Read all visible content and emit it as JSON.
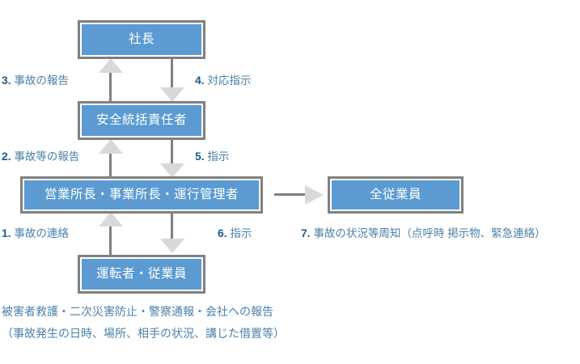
{
  "diagram": {
    "type": "flowchart",
    "title_text": "",
    "colors": {
      "node_fill": "#5b9bd1",
      "node_border": "#808080",
      "node_inner_gap": "#ffffff",
      "node_text": "#ffffff",
      "arrow_head": "#d9d9d9",
      "arrow_stem": "#808080",
      "step_number": "#1f5c8b",
      "step_text": "#4a81a8",
      "note_text": "#4a81a8",
      "background": "#ffffff"
    },
    "nodes": [
      {
        "id": "president",
        "label": "社長"
      },
      {
        "id": "safety",
        "label": "安全統括責任者"
      },
      {
        "id": "managers",
        "label": "営業所長・事業所長・運行管理者"
      },
      {
        "id": "drivers",
        "label": "運転者・従業員"
      },
      {
        "id": "allstaff",
        "label": "全従業員"
      }
    ],
    "steps": [
      {
        "num": "1",
        "dot": ".",
        "text": "事故の連絡",
        "from": "drivers",
        "to": "managers",
        "direction": "up"
      },
      {
        "num": "2",
        "dot": ".",
        "text": "事故等の報告",
        "from": "managers",
        "to": "safety",
        "direction": "up"
      },
      {
        "num": "3",
        "dot": ".",
        "text": "事故の報告",
        "from": "safety",
        "to": "president",
        "direction": "up"
      },
      {
        "num": "4",
        "dot": ".",
        "text": "対応指示",
        "from": "president",
        "to": "safety",
        "direction": "down"
      },
      {
        "num": "5",
        "dot": ".",
        "text": "指示",
        "from": "safety",
        "to": "managers",
        "direction": "down"
      },
      {
        "num": "6",
        "dot": ".",
        "text": "指示",
        "from": "managers",
        "to": "drivers",
        "direction": "down"
      },
      {
        "num": "7",
        "dot": ".",
        "text": "事故の状況等周知（点呼時 掲示物、緊急連絡）",
        "from": "managers",
        "to": "allstaff",
        "direction": "right"
      }
    ],
    "note": {
      "line1": "被害者救護・二次災害防止・警察通報・会社への報告",
      "line2": "（事故発生の日時、場所、相手の状況、講じた借置等）"
    }
  }
}
